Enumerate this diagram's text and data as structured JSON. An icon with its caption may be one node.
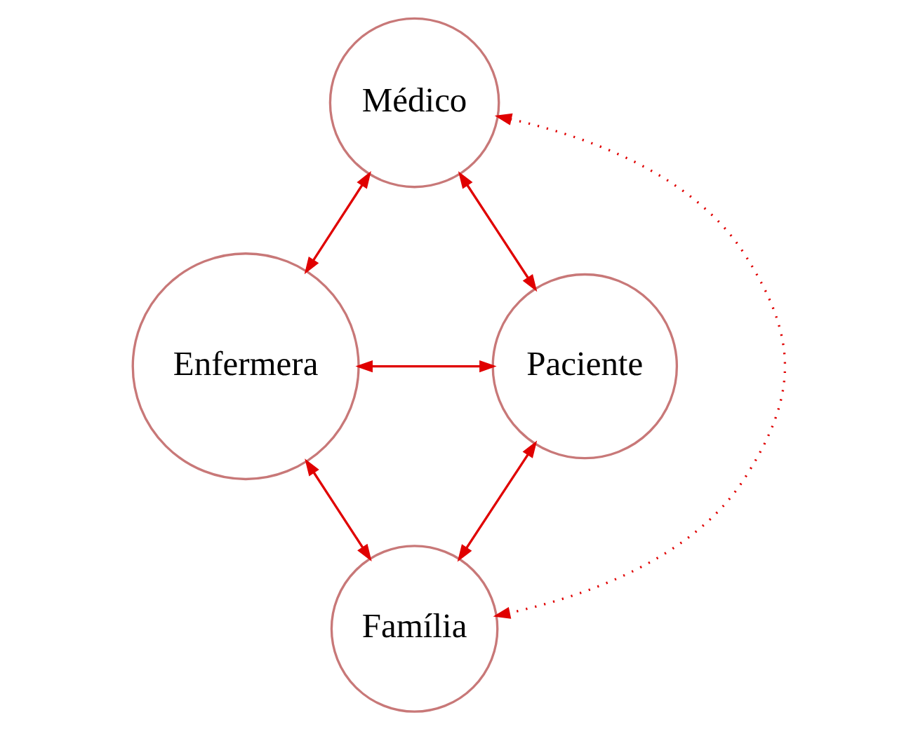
{
  "diagram": {
    "nodes": [
      {
        "text": [
          "Médico"
        ]
      },
      {
        "text": [
          "Enfermera"
        ]
      },
      {
        "text": [
          "Paciente"
        ]
      },
      {
        "text": [
          "Família"
        ]
      }
    ],
    "edges": [
      {
        "from": 0,
        "to": 2,
        "arrow": "both"
      },
      {
        "from": 0,
        "to": 1,
        "arrow": "both"
      },
      {
        "from": 1,
        "to": 2,
        "arrow": "both"
      },
      {
        "from": 1,
        "to": 3,
        "arrow": "both"
      },
      {
        "from": 3,
        "to": 2,
        "arrow": "both"
      },
      {
        "from": 0,
        "to": 3,
        "arrow": "both",
        "style": "dashed"
      }
    ]
  }
}
